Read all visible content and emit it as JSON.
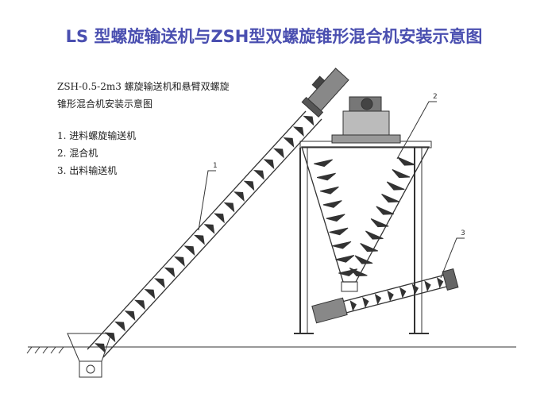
{
  "title": "LS 型螺旋输送机与ZSH型双螺旋锥形混合机安装示意图",
  "caption": [
    "ZSH-0.5-2m3 螺旋输送机和悬臂双螺旋",
    "锥形混合机安装示意图"
  ],
  "legend": [
    "1. 进料螺旋输送机",
    "2. 混合机",
    "3. 出料输送机"
  ],
  "callouts": [
    "1",
    "2",
    "3"
  ],
  "colors": {
    "title": "#4a4fb0",
    "line": "#333333"
  }
}
